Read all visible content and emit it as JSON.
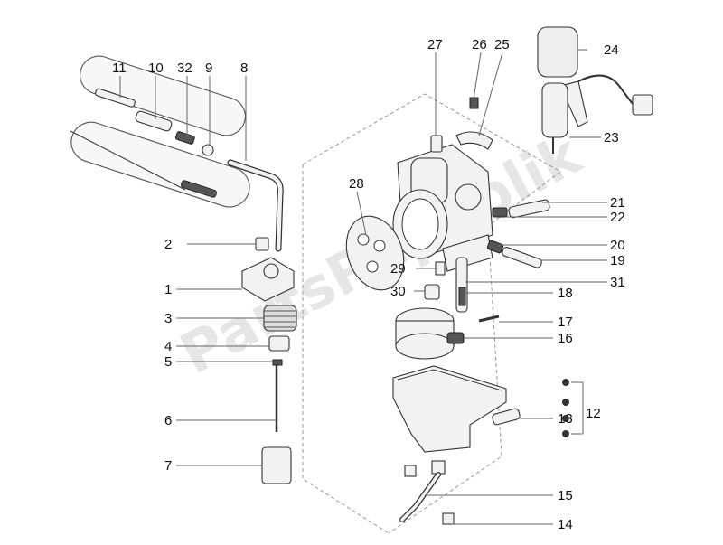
{
  "watermark": "PartsRepublik",
  "parts": [
    {
      "id": "p1",
      "label": "1"
    },
    {
      "id": "p2",
      "label": "2"
    },
    {
      "id": "p3",
      "label": "3"
    },
    {
      "id": "p4",
      "label": "4"
    },
    {
      "id": "p5",
      "label": "5"
    },
    {
      "id": "p6",
      "label": "6"
    },
    {
      "id": "p7",
      "label": "7"
    },
    {
      "id": "p8",
      "label": "8"
    },
    {
      "id": "p9",
      "label": "9"
    },
    {
      "id": "p10",
      "label": "10"
    },
    {
      "id": "p11",
      "label": "11"
    },
    {
      "id": "p12",
      "label": "12"
    },
    {
      "id": "p13",
      "label": "13"
    },
    {
      "id": "p14",
      "label": "14"
    },
    {
      "id": "p15",
      "label": "15"
    },
    {
      "id": "p16",
      "label": "16"
    },
    {
      "id": "p17",
      "label": "17"
    },
    {
      "id": "p18",
      "label": "18"
    },
    {
      "id": "p19",
      "label": "19"
    },
    {
      "id": "p20",
      "label": "20"
    },
    {
      "id": "p21",
      "label": "21"
    },
    {
      "id": "p22",
      "label": "22"
    },
    {
      "id": "p23",
      "label": "23"
    },
    {
      "id": "p24",
      "label": "24"
    },
    {
      "id": "p25",
      "label": "25"
    },
    {
      "id": "p26",
      "label": "26"
    },
    {
      "id": "p27",
      "label": "27"
    },
    {
      "id": "p28",
      "label": "28"
    },
    {
      "id": "p29",
      "label": "29"
    },
    {
      "id": "p30",
      "label": "30"
    },
    {
      "id": "p31",
      "label": "31"
    },
    {
      "id": "p32",
      "label": "32"
    }
  ]
}
